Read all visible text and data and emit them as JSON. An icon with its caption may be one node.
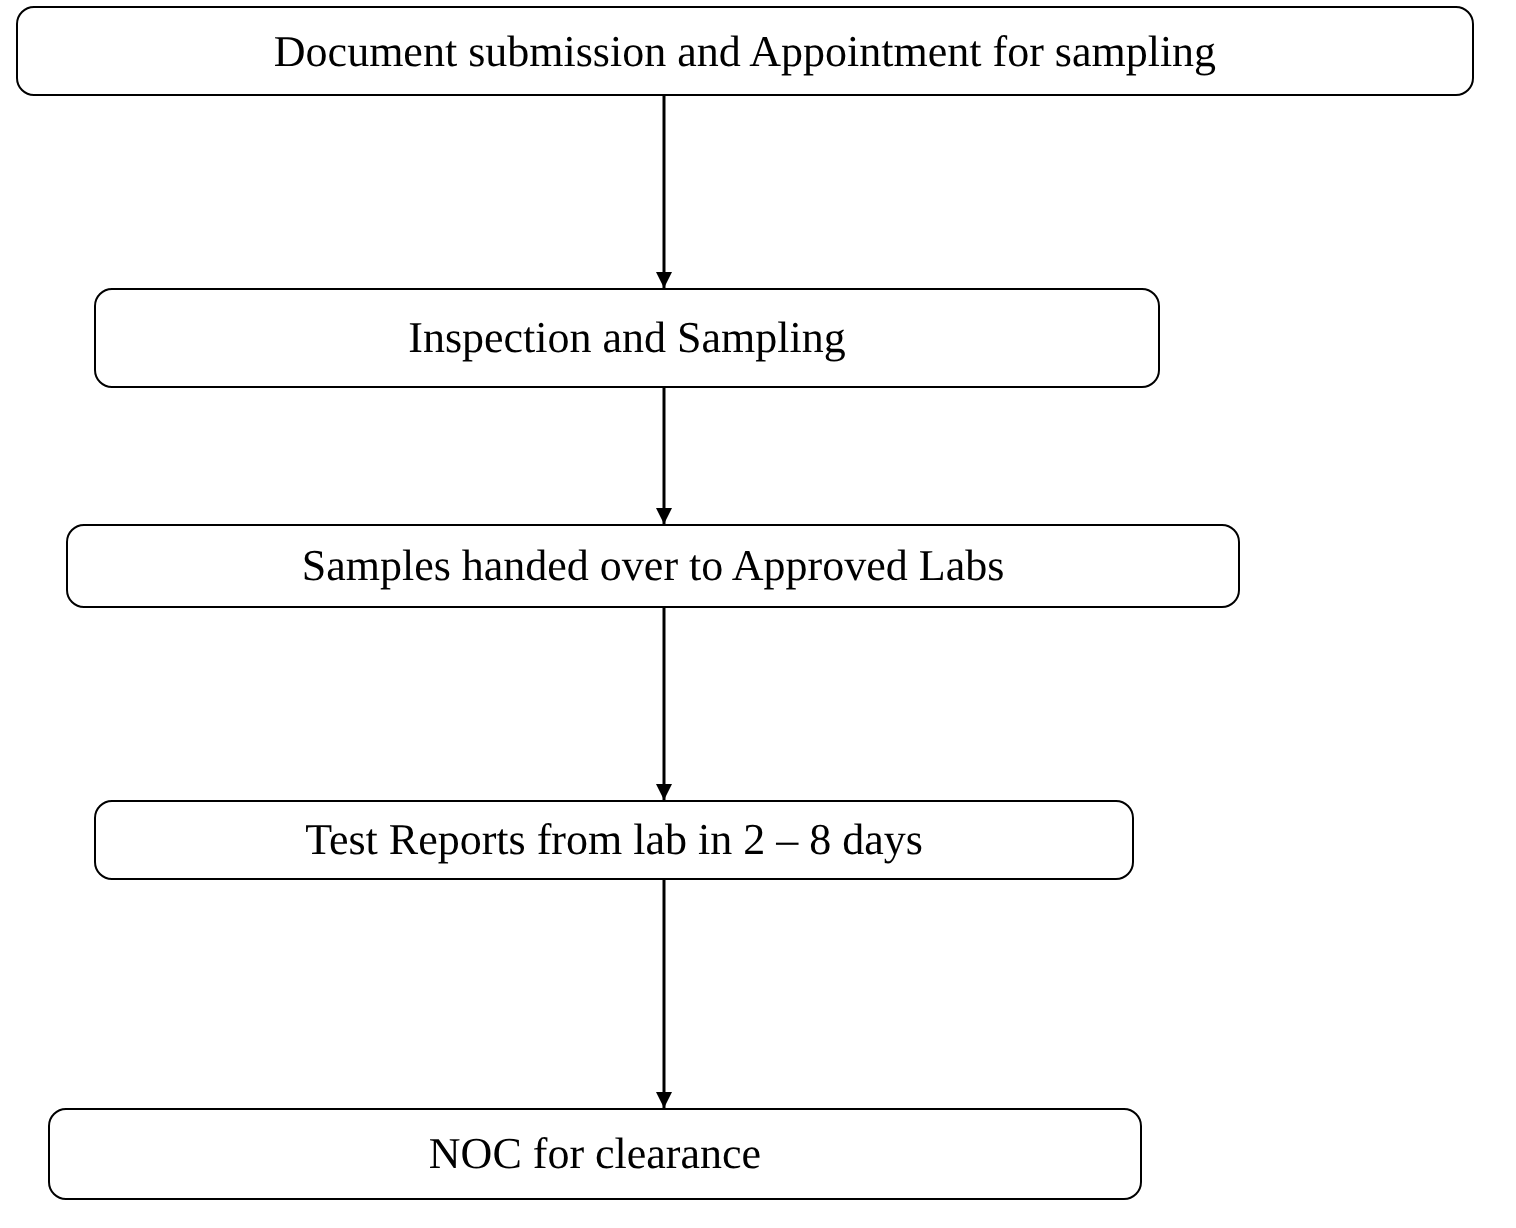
{
  "diagram": {
    "nodes": [
      {
        "text": [
          "Document submission and Appointment for sampling"
        ]
      },
      {
        "text": [
          "Inspection and Sampling"
        ]
      },
      {
        "text": [
          "Samples handed over to Approved Labs"
        ]
      },
      {
        "text": [
          "Test Reports from lab in 2 – 8 days"
        ]
      },
      {
        "text": [
          "NOC for clearance"
        ]
      }
    ],
    "edges": [
      {
        "from": 0,
        "to": 1,
        "arrow": "to"
      },
      {
        "from": 1,
        "to": 2,
        "arrow": "to"
      },
      {
        "from": 2,
        "to": 3,
        "arrow": "to"
      },
      {
        "from": 3,
        "to": 4,
        "arrow": "to"
      }
    ]
  }
}
